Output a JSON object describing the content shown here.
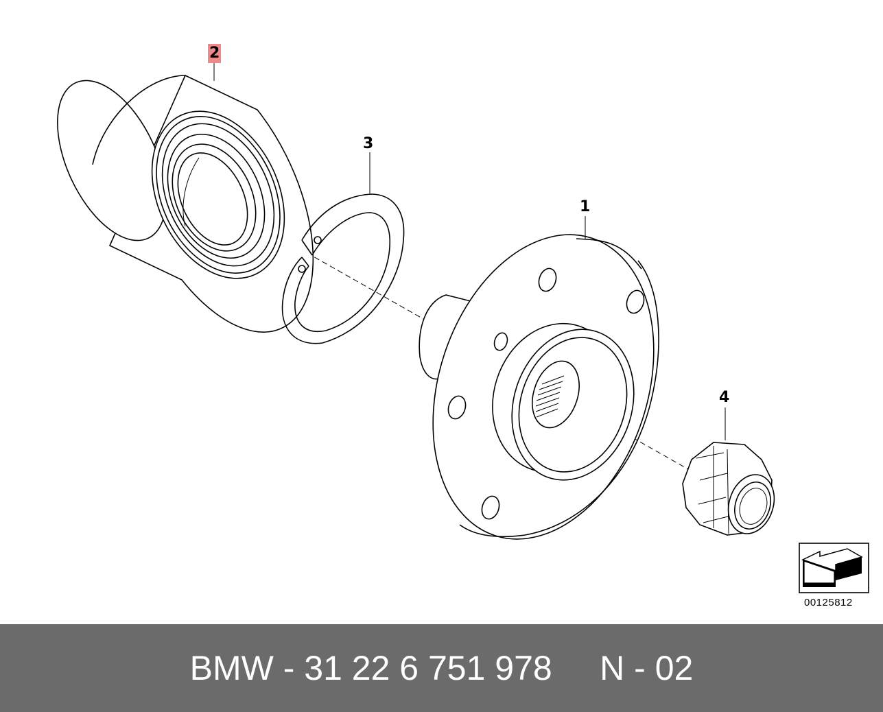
{
  "callouts": {
    "hub": "1",
    "bearing": "2",
    "circlip": "3",
    "nut": "4"
  },
  "reference_number": "00125812",
  "footer": {
    "text": "BMW - 31 22 6 751 978     N - 02"
  },
  "colors": {
    "highlight": "#f08a8a",
    "footer_bg": "#6b6b6b",
    "footer_text": "#ffffff"
  },
  "icons": {
    "nav": "arrow-icon"
  }
}
